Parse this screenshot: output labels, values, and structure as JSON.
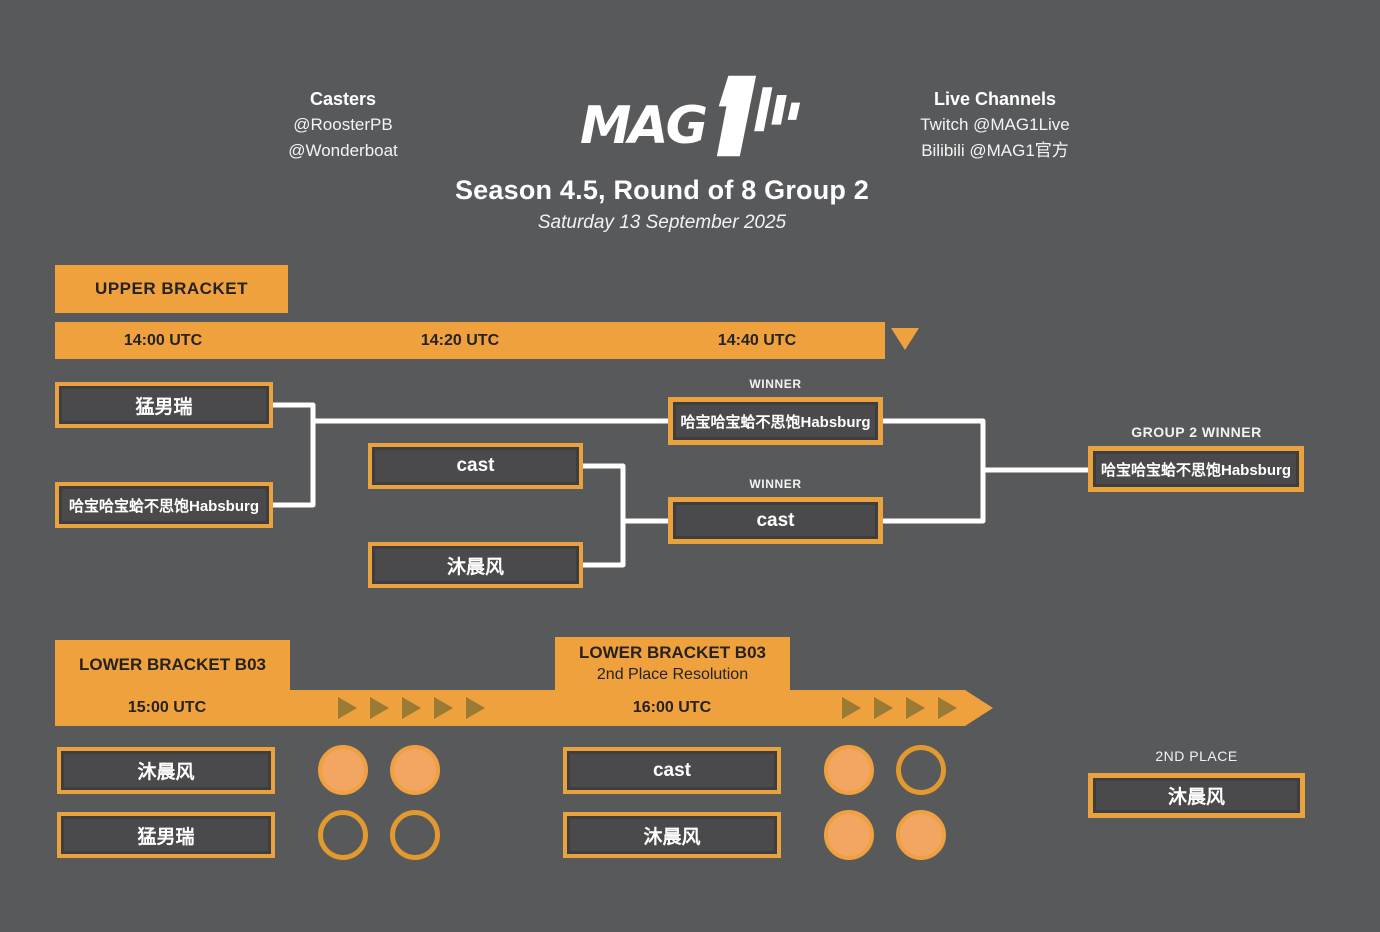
{
  "header": {
    "casters": {
      "title": "Casters",
      "lines": [
        "@RoosterPB",
        "@Wonderboat"
      ]
    },
    "live_channels": {
      "title": "Live Channels",
      "lines": [
        "Twitch @MAG1Live",
        "Bilibili @MAG1官方"
      ]
    },
    "logo_text": "MAG1",
    "title": "Season 4.5, Round of 8 Group 2",
    "date": "Saturday 13 September 2025"
  },
  "colors": {
    "background": "#58595B",
    "orange": "#EFA13E",
    "box_fill": "#4A4A4C",
    "box_border": "#E9A23D",
    "dark_text": "#262223",
    "white": "#FFFFFF",
    "arrow_olive": "#9A7B35",
    "circle_fill": "#F2A661"
  },
  "upper_bracket": {
    "label": "UPPER BRACKET",
    "times": [
      "14:00 UTC",
      "14:20 UTC",
      "14:40 UTC"
    ],
    "match1": {
      "top": "猛男瑞",
      "bottom": "哈宝哈宝蛤不思饱Habsburg"
    },
    "match2": {
      "top": "cast",
      "bottom": "沐晨风"
    },
    "winner_label": "WINNER",
    "winners": [
      "哈宝哈宝蛤不思饱Habsburg",
      "cast"
    ],
    "group_winner_label": "GROUP 2 WINNER",
    "group_winner": "哈宝哈宝蛤不思饱Habsburg"
  },
  "lower_bracket": {
    "match1": {
      "label": "LOWER BRACKET B03",
      "time": "15:00 UTC",
      "top": "沐晨风",
      "bottom": "猛男瑞",
      "score_top": [
        true,
        true
      ],
      "score_bottom": [
        false,
        false
      ]
    },
    "match2": {
      "label": "LOWER BRACKET B03",
      "sublabel": "2nd Place Resolution",
      "time": "16:00 UTC",
      "top": "cast",
      "bottom": "沐晨风",
      "score_top": [
        true,
        false
      ],
      "score_bottom": [
        true,
        true
      ]
    },
    "second_place_label": "2ND PLACE",
    "second_place": "沐晨风"
  }
}
